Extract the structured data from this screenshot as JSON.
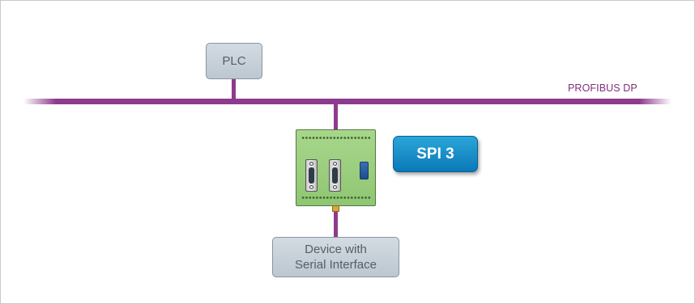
{
  "plc": {
    "label": "PLC"
  },
  "bus": {
    "label": "PROFIBUS DP"
  },
  "module": {
    "badge": "SPI 3"
  },
  "device": {
    "line1": "Device with",
    "line2": "Serial Interface"
  }
}
